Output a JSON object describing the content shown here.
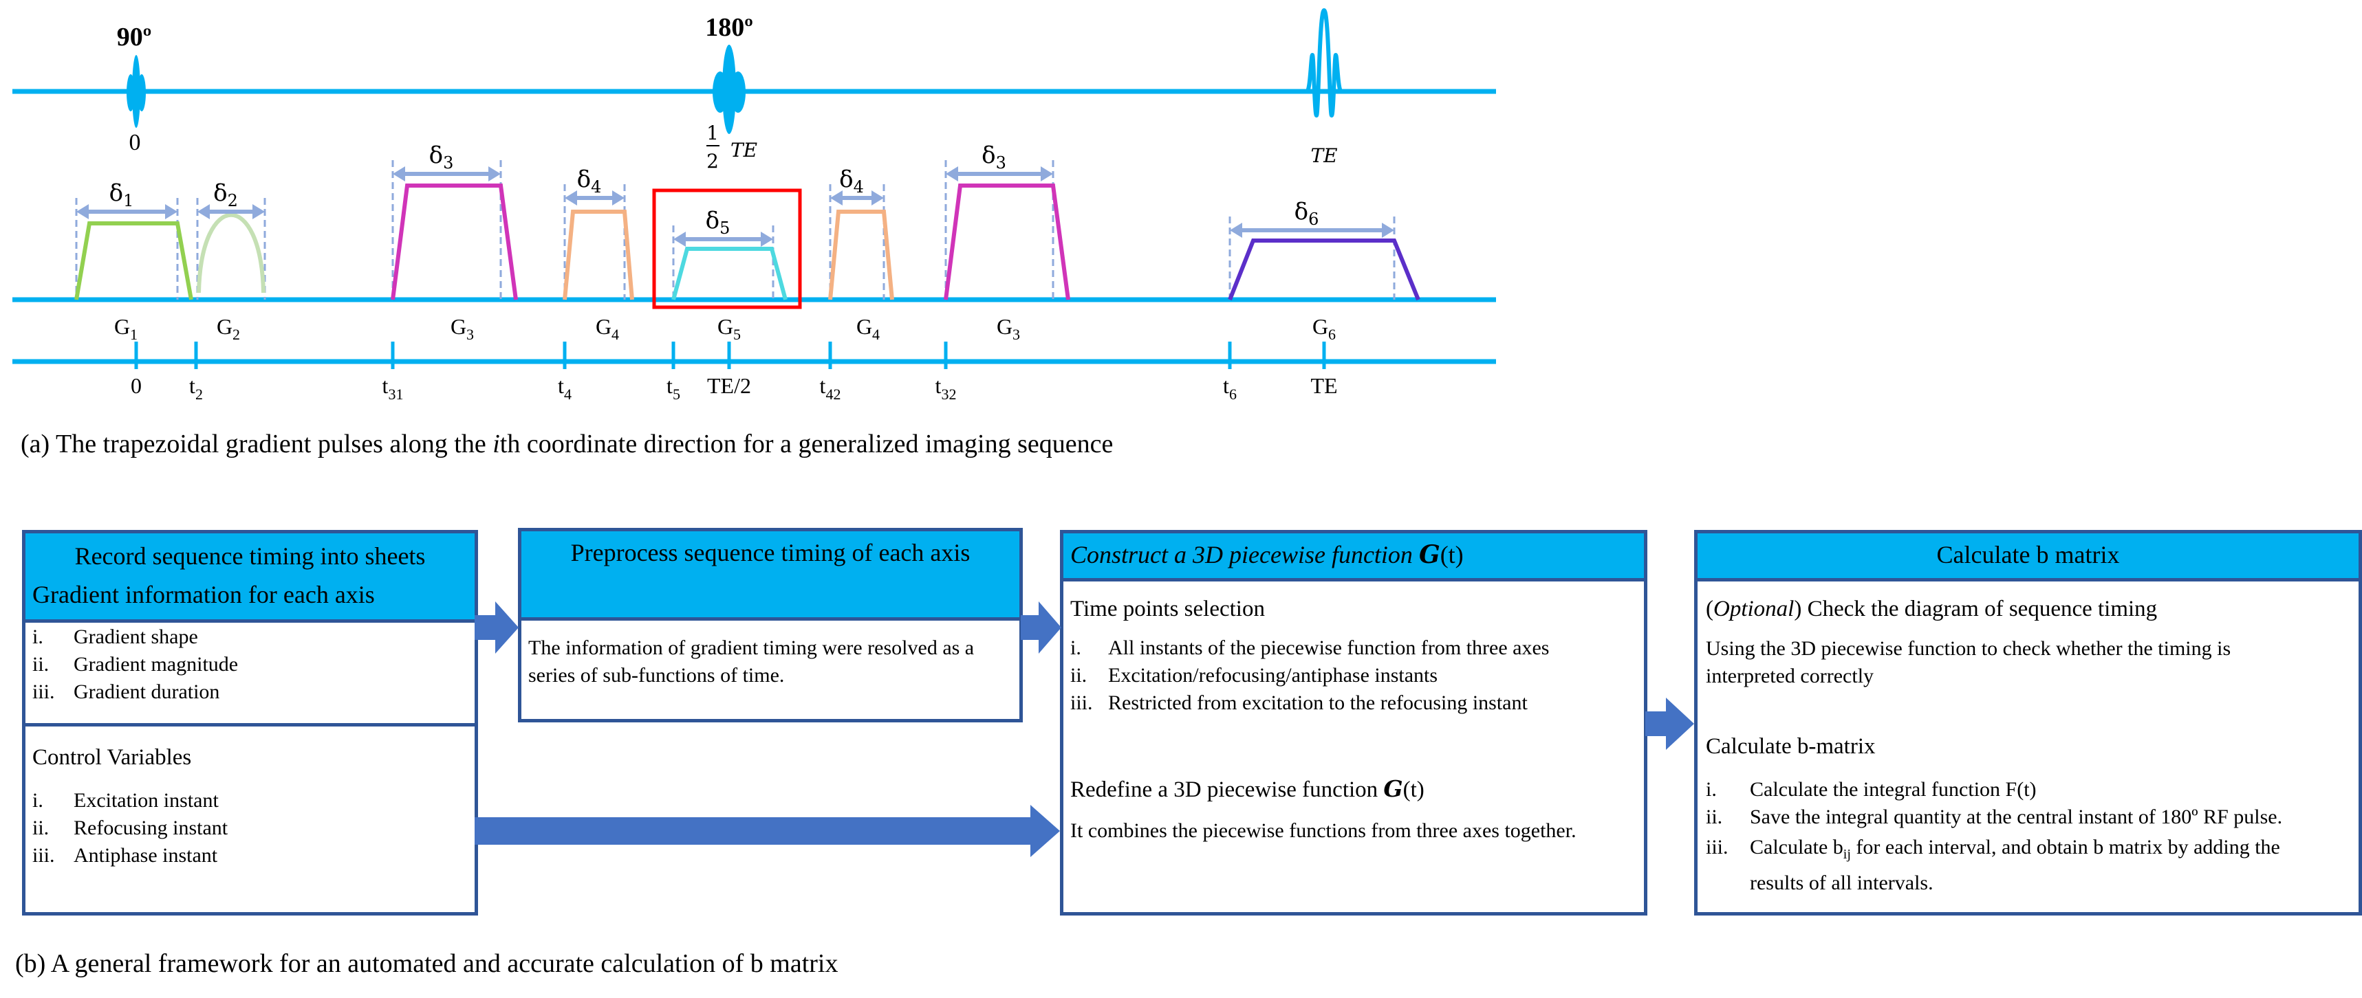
{
  "panel_a": {
    "rf_pulses": [
      {
        "label": "90º",
        "time_label": "0"
      },
      {
        "label": "180º",
        "time_label_num": "1",
        "time_label_den": "2",
        "time_label_var": "TE"
      },
      {
        "label": "",
        "time_label": "TE",
        "type": "echo"
      }
    ],
    "gradients": [
      {
        "name": "G",
        "sub": "1",
        "delta": "δ",
        "delta_sub": "1",
        "shape": "trapezoid",
        "color": "#92d050"
      },
      {
        "name": "G",
        "sub": "2",
        "delta": "δ",
        "delta_sub": "2",
        "shape": "half-sine",
        "color": "#c5e0b4"
      },
      {
        "name": "G",
        "sub": "3",
        "delta": "δ",
        "delta_sub": "3",
        "shape": "trapezoid",
        "color": "#d034b8"
      },
      {
        "name": "G",
        "sub": "4",
        "delta": "δ",
        "delta_sub": "4",
        "shape": "trapezoid",
        "color": "#f4b183"
      },
      {
        "name": "G",
        "sub": "5",
        "delta": "δ",
        "delta_sub": "5",
        "shape": "trapezoid",
        "color": "#4dd9e0",
        "highlighted": true
      },
      {
        "name": "G",
        "sub": "4",
        "delta": "δ",
        "delta_sub": "4",
        "shape": "trapezoid",
        "color": "#f4b183"
      },
      {
        "name": "G",
        "sub": "3",
        "delta": "δ",
        "delta_sub": "3",
        "shape": "trapezoid",
        "color": "#d034b8"
      },
      {
        "name": "G",
        "sub": "6",
        "delta": "δ",
        "delta_sub": "6",
        "shape": "trapezoid",
        "color": "#5b2fc9"
      }
    ],
    "time_ticks": [
      {
        "base": "0",
        "sub": ""
      },
      {
        "base": "t",
        "sub": "2"
      },
      {
        "base": "t",
        "sub": "31"
      },
      {
        "base": "t",
        "sub": "4"
      },
      {
        "base": "t",
        "sub": "5"
      },
      {
        "base": "TE/2",
        "sub": ""
      },
      {
        "base": "t",
        "sub": "42"
      },
      {
        "base": "t",
        "sub": "32"
      },
      {
        "base": "t",
        "sub": "6"
      },
      {
        "base": "TE",
        "sub": ""
      }
    ],
    "caption_pre": "(a) The trapezoidal gradient pulses along the ",
    "caption_it": "i",
    "caption_post": "th coordinate direction for a generalized imaging sequence",
    "colors": {
      "axis": "#00b0f0",
      "delta_arrow": "#8faadc",
      "highlight": "#ff0000"
    }
  },
  "panel_b": {
    "box1": {
      "title": "Record sequence timing into sheets",
      "subtitle": "Gradient information for each axis",
      "items": [
        {
          "num": "i.",
          "text": "Gradient shape"
        },
        {
          "num": "ii.",
          "text": "Gradient magnitude"
        },
        {
          "num": "iii.",
          "text": "Gradient duration"
        }
      ],
      "section2_title": "Control Variables",
      "section2_items": [
        {
          "num": "i.",
          "text": "Excitation instant"
        },
        {
          "num": "ii.",
          "text": "Refocusing instant"
        },
        {
          "num": "iii.",
          "text": "Antiphase instant"
        }
      ]
    },
    "box2": {
      "title": "Preprocess sequence timing of each axis",
      "body": "The information of gradient timing were resolved as a series of sub-functions of time."
    },
    "box3": {
      "title_pre": "Construct a 3D piecewise function ",
      "title_bold": "G",
      "title_post": "(t)",
      "section1_title": "Time points selection",
      "section1_items": [
        {
          "num": "i.",
          "text": "All instants of the piecewise function from three axes"
        },
        {
          "num": "ii.",
          "text": "Excitation/refocusing/antiphase instants"
        },
        {
          "num": "iii.",
          "text": "Restricted from excitation to the refocusing instant"
        }
      ],
      "section2_title_pre": "Redefine a 3D piecewise function ",
      "section2_title_bold": "G",
      "section2_title_post": "(t)",
      "section2_body": "It combines the piecewise functions from three axes together."
    },
    "box4": {
      "title": "Calculate b matrix",
      "section1_title_it": "Optional",
      "section1_title_post": " Check the diagram of sequence timing",
      "section1_body": "Using the 3D piecewise function to check whether the timing is interpreted correctly",
      "section2_title": "Calculate b-matrix",
      "section2_items": [
        {
          "num": "i.",
          "text": "Calculate the integral function F(t)"
        },
        {
          "num": "ii.",
          "text": "Save the integral quantity at the central instant of 180º RF pulse."
        },
        {
          "num": "iii.",
          "text_pre": "Calculate b",
          "text_sub": "ij",
          "text_post": " for each interval, and obtain b matrix by adding the results of all intervals."
        }
      ]
    },
    "caption": "(b) A general framework for an automated and accurate calculation of b matrix",
    "colors": {
      "header": "#00b0f0",
      "border": "#2f5597",
      "arrow": "#4472c4"
    }
  }
}
